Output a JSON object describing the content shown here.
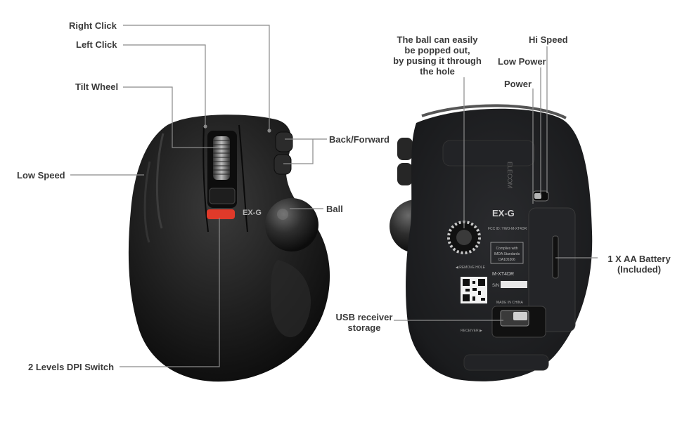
{
  "colors": {
    "leader": "#8a8a8a",
    "label": "#3a3a3a",
    "body": "#1a1a1a",
    "dpi_accent": "#e03a2a"
  },
  "callouts": {
    "right_click": "Right Click",
    "left_click": "Left Click",
    "tilt_wheel": "Tilt Wheel",
    "low_speed": "Low Speed",
    "back_forward": "Back/Forward",
    "ball": "Ball",
    "dpi_switch": "2 Levels DPI Switch",
    "ball_popout": [
      "The ball can easily",
      "be popped out,",
      "by pusing it through",
      "the hole"
    ],
    "hi_speed": "Hi Speed",
    "low_power": "Low Power",
    "power": "Power",
    "battery": [
      "1 X AA Battery",
      "(Included)"
    ],
    "usb_storage": [
      "USB receiver",
      "storage"
    ]
  },
  "device": {
    "top_logo": "EX-G",
    "bottom_logo": "EX-G",
    "brand": "ELECOM",
    "model": "M-XT4DR",
    "remove_hole": "◀ REMOVE HOLE",
    "made_in": "MADE IN CHINA",
    "sn_label": "S/N",
    "receiver_label": "RECEIVER ▶",
    "compliance": [
      "Complies with",
      "IMDA Standards",
      "DA105306"
    ],
    "fcc": "FCC ID: YWO-M-XT4DR"
  }
}
